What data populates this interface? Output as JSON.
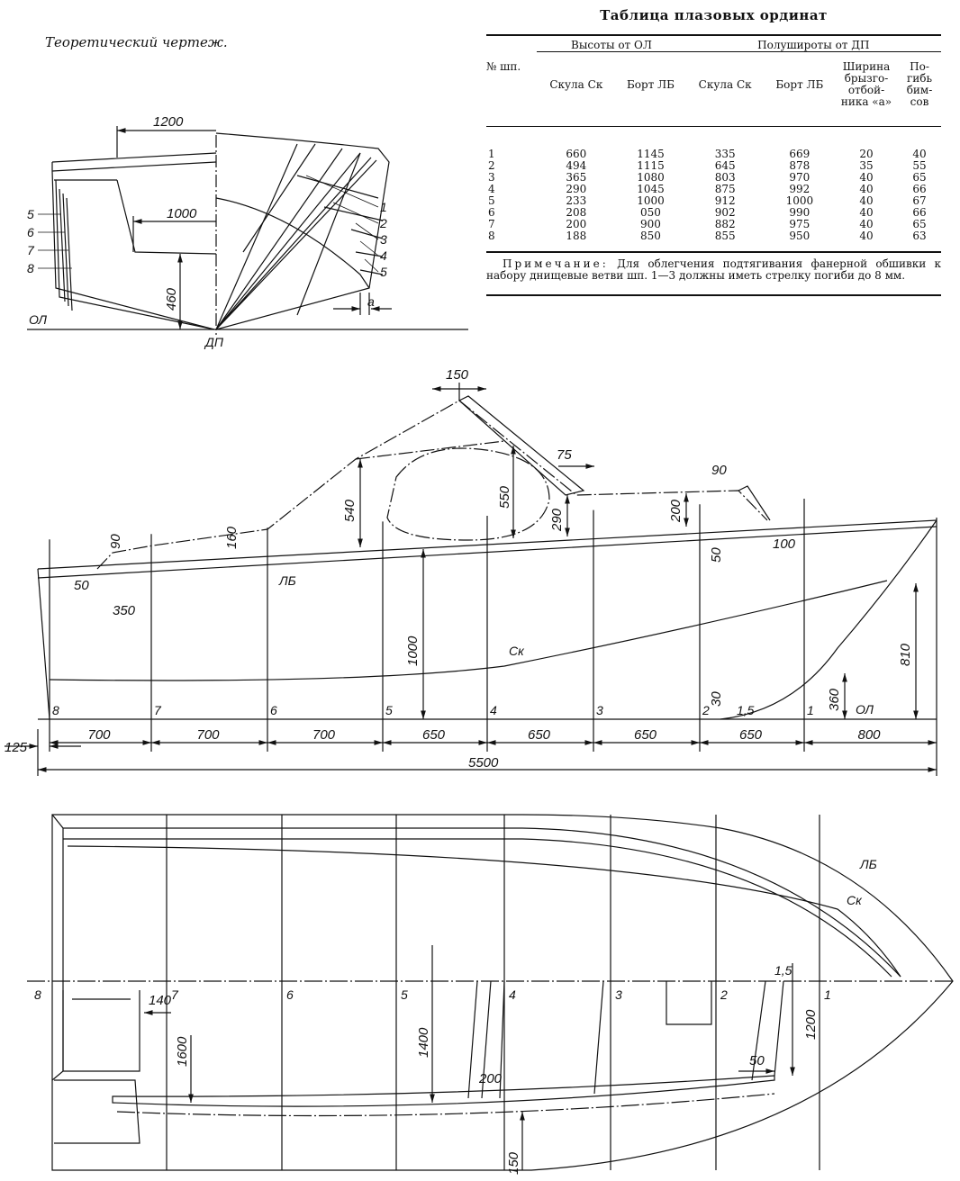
{
  "body_plan": {
    "title": "Теоретический чертеж.",
    "dims": {
      "width_1200": "1200",
      "width_1000": "1000",
      "height_460": "460"
    },
    "labels": {
      "ol": "ОЛ",
      "dp": "ДП",
      "a": "a"
    },
    "stations_left": [
      "5",
      "6",
      "7",
      "8"
    ],
    "stations_right": [
      "1",
      "2",
      "3",
      "4",
      "5"
    ]
  },
  "table": {
    "title": "Таблица плазовых ординат",
    "group_heights": "Высоты от ОЛ",
    "group_halfwidths": "Полушироты от ДП",
    "columns": [
      "№ шп.",
      "Скула Ск",
      "Борт ЛБ",
      "Скула Ск",
      "Борт ЛБ",
      "Ширина брызго-отбой-ника «а»",
      "По-гибь бим-сов"
    ],
    "rows": [
      [
        "1",
        "660",
        "1145",
        "335",
        "669",
        "20",
        "40"
      ],
      [
        "2",
        "494",
        "1115",
        "645",
        "878",
        "35",
        "55"
      ],
      [
        "3",
        "365",
        "1080",
        "803",
        "970",
        "40",
        "65"
      ],
      [
        "4",
        "290",
        "1045",
        "875",
        "992",
        "40",
        "66"
      ],
      [
        "5",
        "233",
        "1000",
        "912",
        "1000",
        "40",
        "67"
      ],
      [
        "6",
        "208",
        "050",
        "902",
        "990",
        "40",
        "66"
      ],
      [
        "7",
        "200",
        "900",
        "882",
        "975",
        "40",
        "65"
      ],
      [
        "8",
        "188",
        "850",
        "855",
        "950",
        "40",
        "63"
      ]
    ],
    "note_label": "Примечание:",
    "note_text": "Для облегчения подтягивания фанерной обшивки к набору днищевые ветви шп. 1—3 должны иметь стрелку погиби до 8 мм."
  },
  "profile": {
    "stations": [
      "8",
      "7",
      "6",
      "5",
      "4",
      "3",
      "2",
      "1,5",
      "1"
    ],
    "spacings": [
      "700",
      "700",
      "700",
      "650",
      "650",
      "650",
      "650",
      "800"
    ],
    "overhang": "125",
    "total_length": "5500",
    "dims": [
      "150",
      "75",
      "90",
      "540",
      "550",
      "290",
      "200",
      "50",
      "100",
      "160",
      "90",
      "50",
      "350",
      "1000",
      "810",
      "360",
      "30"
    ],
    "labels": {
      "lb": "ЛБ",
      "sk": "Ск",
      "ol": "ОЛ"
    }
  },
  "plan": {
    "stations": [
      "8",
      "7",
      "6",
      "5",
      "4",
      "3",
      "2",
      "1,5",
      "1"
    ],
    "dims": [
      "140",
      "1600",
      "1400",
      "200",
      "150",
      "50",
      "1200"
    ],
    "labels": {
      "lb": "ЛБ",
      "sk": "Ск"
    }
  }
}
